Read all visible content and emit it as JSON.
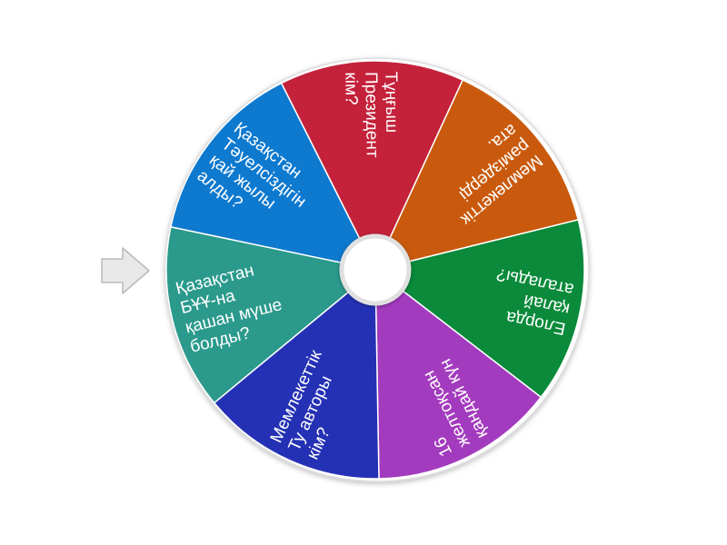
{
  "wheel": {
    "segments": [
      {
        "color": "#c4213a",
        "lines": [
          "Тұңғыш",
          "Президент",
          "кім?"
        ]
      },
      {
        "color": "#c95a0d",
        "lines": [
          "Мемлекеттік",
          "рәміздерді",
          "ата."
        ]
      },
      {
        "color": "#0a8a3a",
        "lines": [
          "Елорда",
          "қалай",
          "аталады?"
        ]
      },
      {
        "color": "#a33bbe",
        "lines": [
          "16",
          "желтоқсан",
          "қандай күн"
        ]
      },
      {
        "color": "#2431b5",
        "lines": [
          "Мемлекеттік",
          "Ту авторы",
          "кім?"
        ]
      },
      {
        "color": "#2b9a8c",
        "lines": [
          "Қазақстан",
          "БҰҰ-на",
          "қашан мүше",
          "болды?"
        ]
      },
      {
        "color": "#0d79cf",
        "lines": [
          "Қазақстан",
          "Тәуелсіздігін",
          "қай жылы",
          "алды?"
        ]
      }
    ],
    "pointer_icon": "arrow-right-icon",
    "hub_color": "#ffffff",
    "rim_color": "#dddddd"
  }
}
